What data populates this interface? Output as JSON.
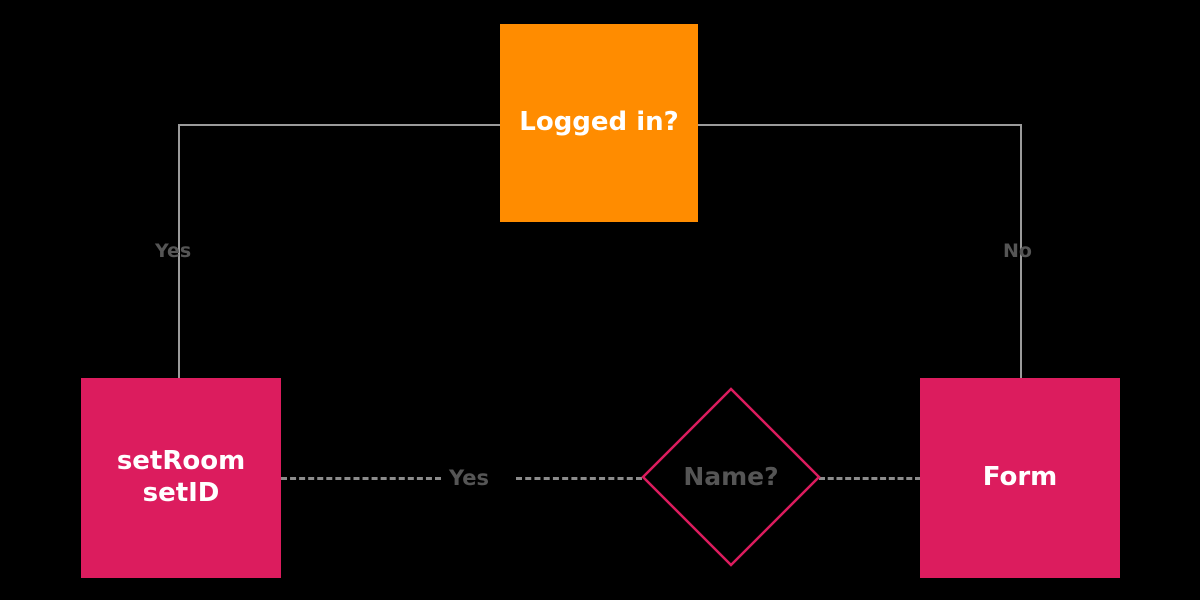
{
  "diagram": {
    "type": "flowchart",
    "background_color": "#000000",
    "palette": {
      "decision_fill": "#FF8C00",
      "process_fill": "#DC1C5E",
      "diamond_stroke": "#DC1C5E",
      "connector": "#9B9B9B",
      "label_text": "#555555",
      "node_text": "#FFFFFF"
    },
    "nodes": [
      {
        "id": "logged-in",
        "label": "Logged in?",
        "shape": "rectangle",
        "fill": "#FF8C00",
        "text_color": "#FFFFFF"
      },
      {
        "id": "setroom-setid",
        "label": "setRoom\nsetID",
        "shape": "rectangle",
        "fill": "#DC1C5E",
        "text_color": "#FFFFFF"
      },
      {
        "id": "name",
        "label": "Name?",
        "shape": "diamond",
        "fill": "none",
        "stroke": "#DC1C5E",
        "text_color": "#555555"
      },
      {
        "id": "form",
        "label": "Form",
        "shape": "rectangle",
        "fill": "#DC1C5E",
        "text_color": "#FFFFFF"
      }
    ],
    "edges": [
      {
        "id": "logged-in-yes",
        "from": "logged-in",
        "to": "setroom-setid",
        "label": "Yes",
        "style": "solid"
      },
      {
        "id": "logged-in-no",
        "from": "logged-in",
        "to": "form",
        "label": "No",
        "style": "solid"
      },
      {
        "id": "name-yes",
        "from": "setroom-setid",
        "to": "name",
        "label": "Yes",
        "style": "dashed"
      },
      {
        "id": "name-to-form",
        "from": "name",
        "to": "form",
        "label": "",
        "style": "dashed"
      }
    ]
  }
}
